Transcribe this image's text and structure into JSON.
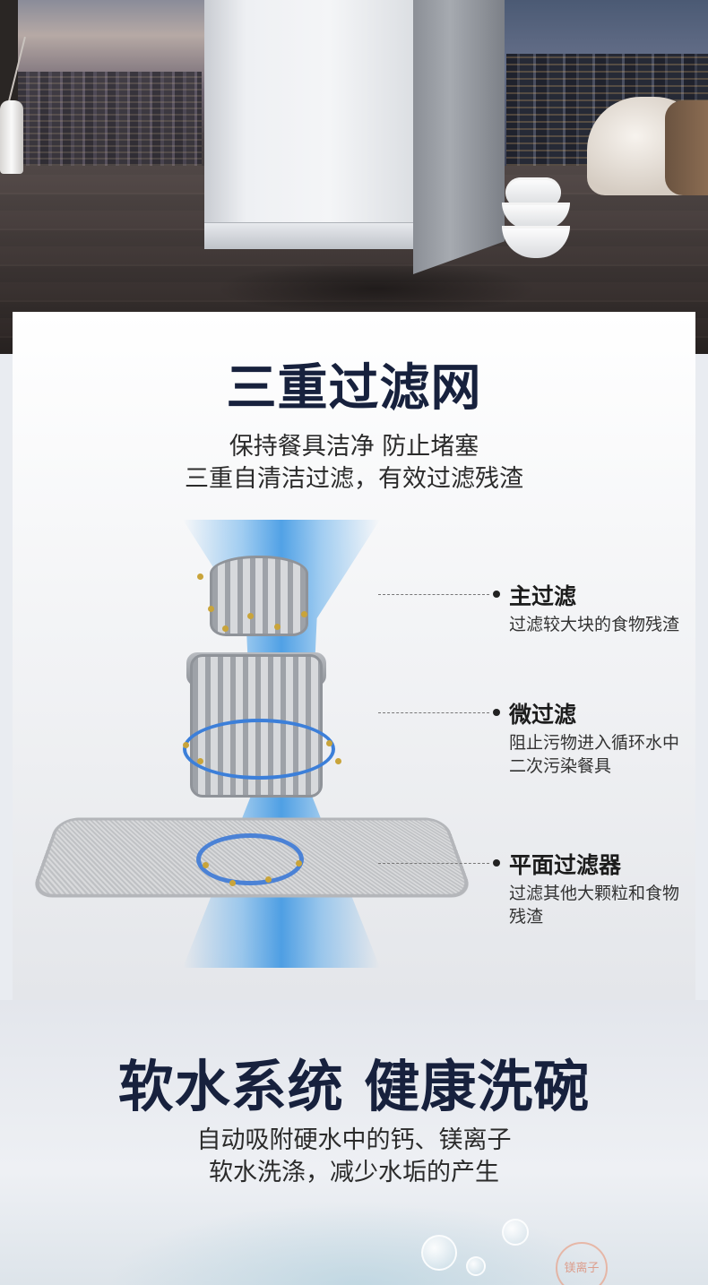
{
  "filter": {
    "title": "三重过滤网",
    "subtitle_line1": "保持餐具洁净 防止堵塞",
    "subtitle_line2": "三重自清洁过滤，有效过滤残渣",
    "callouts": [
      {
        "title": "主过滤",
        "desc": "过滤较大块的食物残渣"
      },
      {
        "title": "微过滤",
        "desc": "阻止污物进入循环水中二次污染餐具"
      },
      {
        "title": "平面过滤器",
        "desc": "过滤其他大颗粒和食物残渣"
      }
    ]
  },
  "softwater": {
    "title": "软水系统 健康洗碗",
    "subtitle_line1": "自动吸附硬水中的钙、镁离子",
    "subtitle_line2": "软水洗涤，减少水垢的产生",
    "ion_label": "镁离子"
  },
  "colors": {
    "title_navy": "#17213d",
    "beam_blue": "#3c7fd9"
  }
}
